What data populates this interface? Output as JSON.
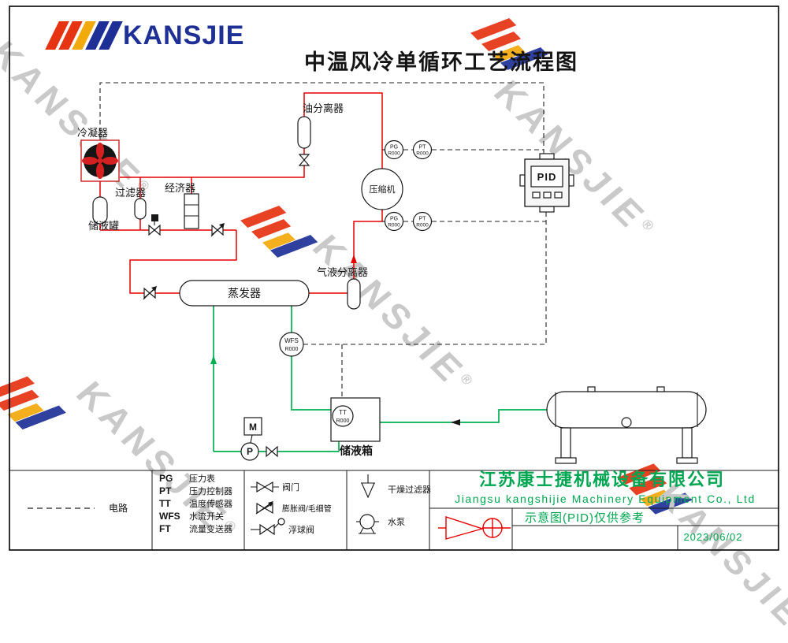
{
  "page": {
    "title_text": "中温风冷单循环工艺流程图"
  },
  "logo": {
    "brand": "KANSJIE"
  },
  "watermark": {
    "text": "KANSJIE",
    "registered": "®"
  },
  "components": {
    "condenser": "冷凝器",
    "oil_separator": "油分离器",
    "compressor": "压缩机",
    "filter": "过滤器",
    "economizer": "经济器",
    "liquid_receiver": "储液罐",
    "evaporator": "蒸发器",
    "gas_liquid_separator": "气液分离器",
    "water_tank": "储液箱",
    "pid_display": "PID",
    "motor": "M",
    "pump": "P"
  },
  "instruments": {
    "pg": {
      "abbr": "PG",
      "tag": "R000"
    },
    "pt": {
      "abbr": "PT",
      "tag": "R000"
    },
    "wfs": {
      "abbr": "WFS",
      "tag": "R000"
    },
    "tt": {
      "abbr": "TT",
      "tag": "R000"
    }
  },
  "legend": {
    "circuit_label": "电路",
    "abbreviations": [
      {
        "abbr": "PG",
        "meaning": "压力表"
      },
      {
        "abbr": "PT",
        "meaning": "压力控制器"
      },
      {
        "abbr": "TT",
        "meaning": "温度传感器"
      },
      {
        "abbr": "WFS",
        "meaning": "水流开关"
      },
      {
        "abbr": "FT",
        "meaning": "流量变送器"
      }
    ],
    "valve_symbols": [
      {
        "label": "阀门"
      },
      {
        "label": "膨胀阀/毛细管"
      },
      {
        "label": "浮球阀"
      }
    ],
    "equipment_symbols": [
      {
        "label": "干燥过滤器"
      },
      {
        "label": "水泵"
      }
    ]
  },
  "title_block": {
    "company_cn": "江苏康士捷机械设备有限公司",
    "company_en": "Jiangsu kangshijie Machinery Equipment Co., Ltd",
    "note": "示意图(PID)仅供参考",
    "date": "2023/06/02"
  },
  "colors": {
    "pipe_red": "#e60000",
    "pipe_green": "#00b050",
    "brand_blue": "#1e3096",
    "brand_red": "#e63312",
    "brand_yellow": "#f2a90a",
    "footer_green": "#00a651",
    "watermark_gray": "#c9c9c9"
  }
}
